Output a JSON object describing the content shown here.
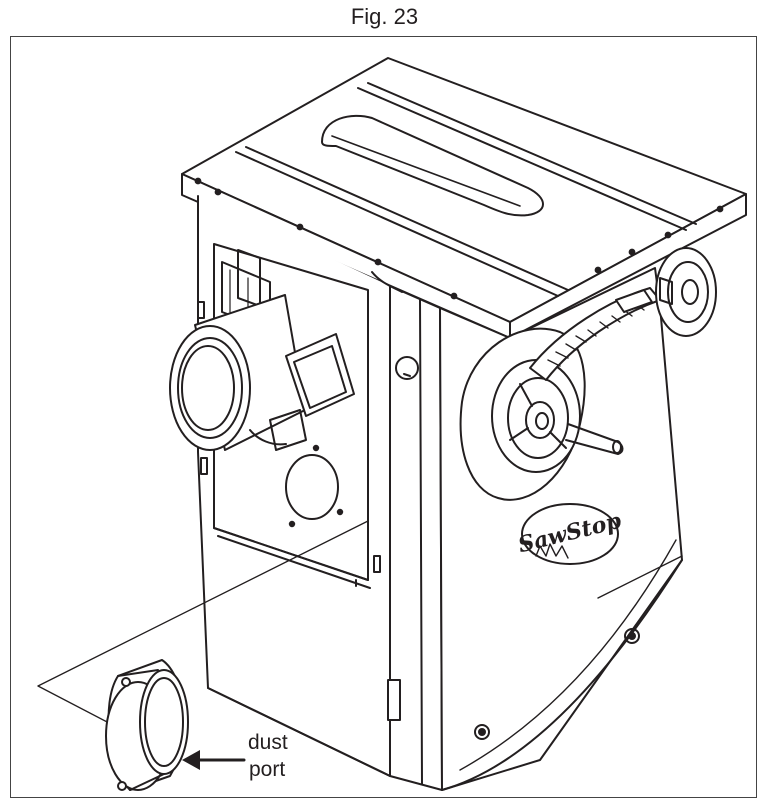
{
  "figure": {
    "title": "Fig. 23",
    "callout_lines": [
      "dust",
      "port"
    ]
  },
  "product": {
    "logo_text": "SawStop"
  },
  "colors": {
    "line": "#231f20",
    "background": "#ffffff",
    "frame": "#444444"
  }
}
